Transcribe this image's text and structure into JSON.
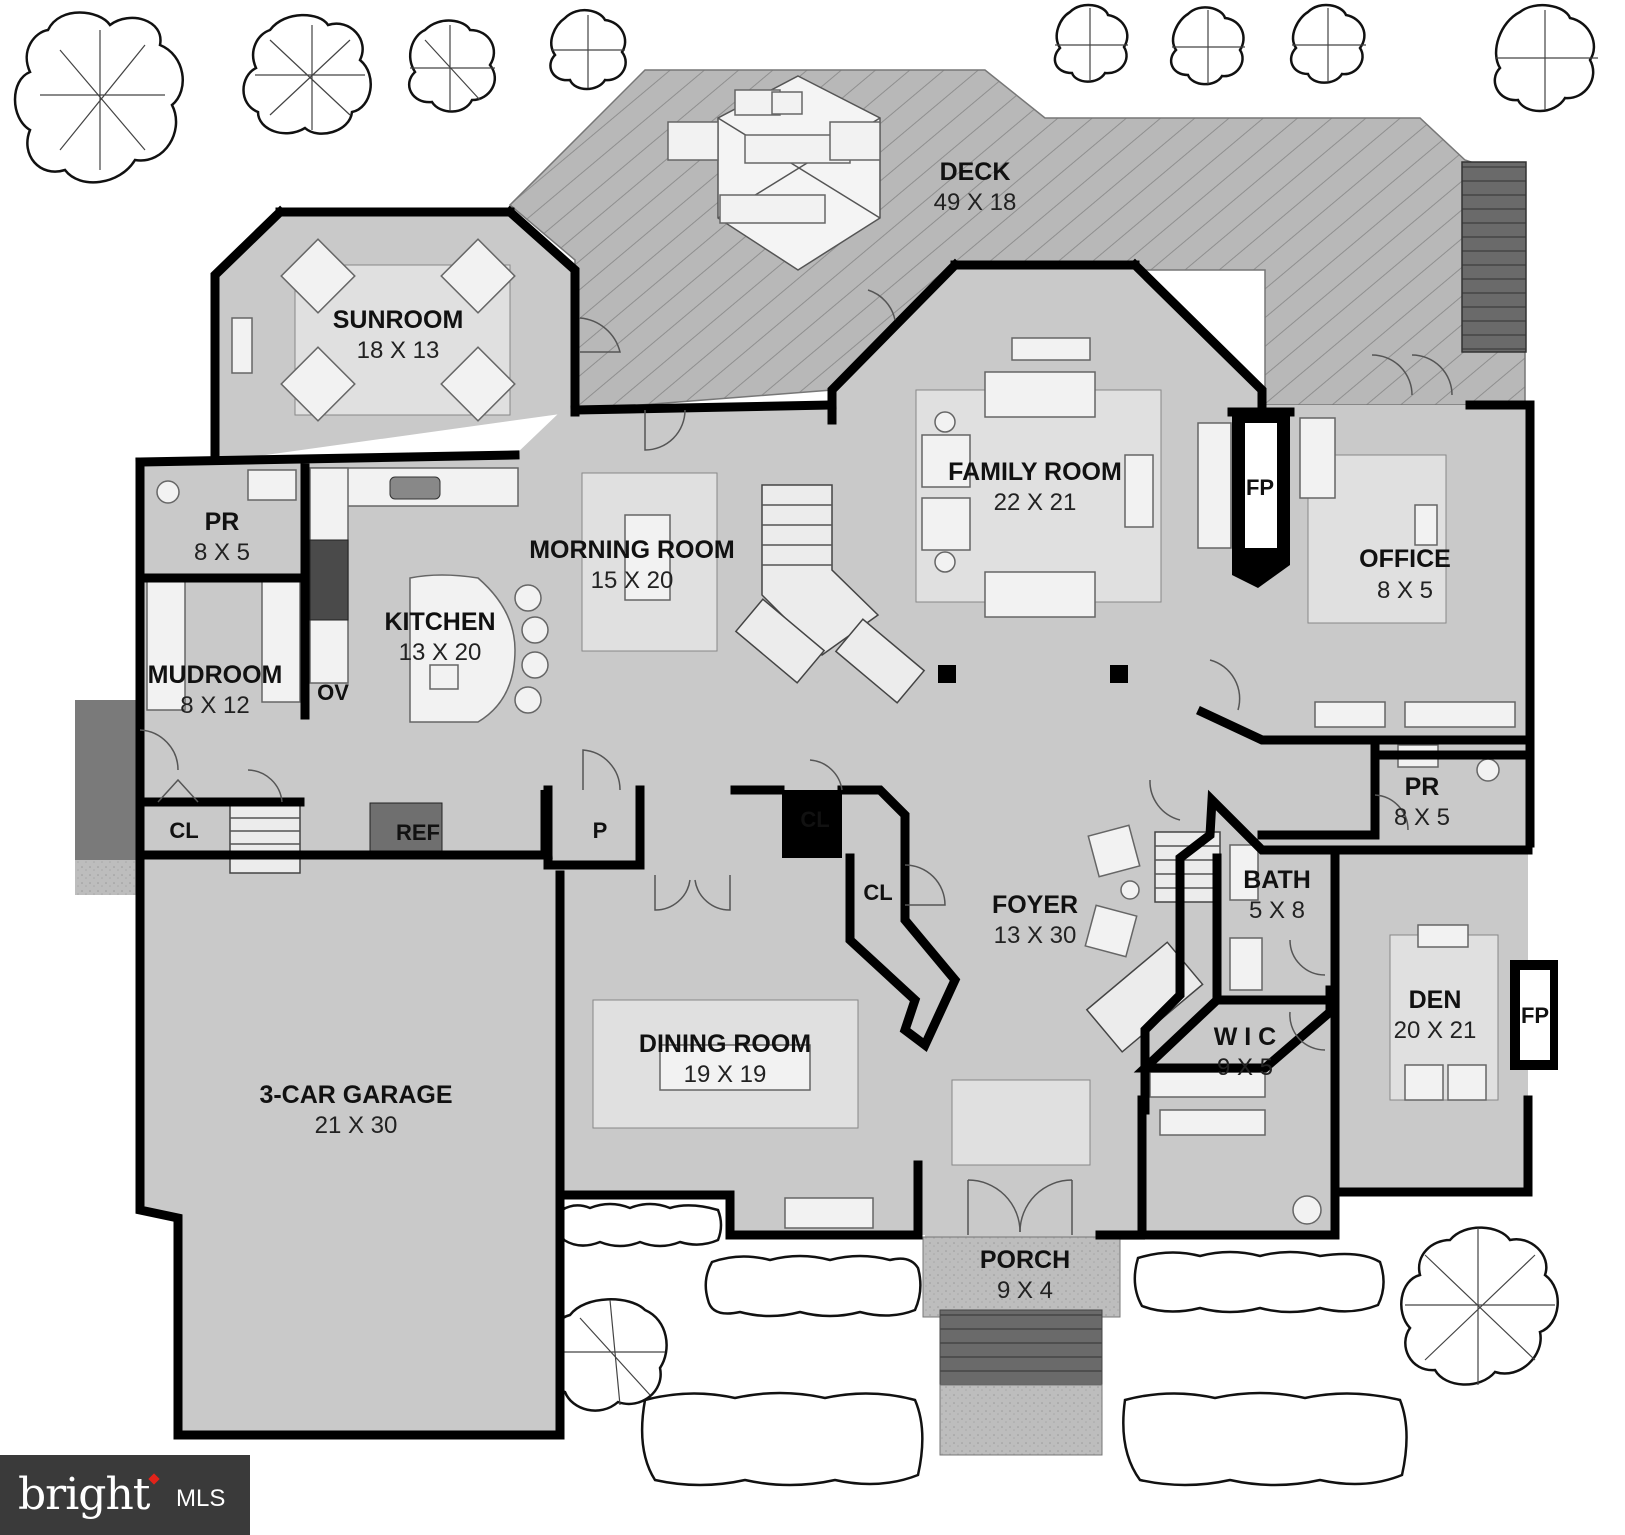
{
  "rooms": {
    "deck": {
      "name": "DECK",
      "dim": "49 X 18"
    },
    "sunroom": {
      "name": "SUNROOM",
      "dim": "18 X 13"
    },
    "family_room": {
      "name": "FAMILY ROOM",
      "dim": "22 X 21"
    },
    "morning_room": {
      "name": "MORNING ROOM",
      "dim": "15 X 20"
    },
    "kitchen": {
      "name": "KITCHEN",
      "dim": "13 X 20"
    },
    "pr_left": {
      "name": "PR",
      "dim": "8 X 5"
    },
    "mudroom": {
      "name": "MUDROOM",
      "dim": "8 X 12"
    },
    "office": {
      "name": "OFFICE",
      "dim": "8 X 5"
    },
    "pr_right": {
      "name": "PR",
      "dim": "8 X 5"
    },
    "bath": {
      "name": "BATH",
      "dim": "5 X 8"
    },
    "foyer": {
      "name": "FOYER",
      "dim": "13 X 30"
    },
    "wic": {
      "name": "W I C",
      "dim": "9 X 5"
    },
    "den": {
      "name": "DEN",
      "dim": "20 X 21"
    },
    "dining_room": {
      "name": "DINING ROOM",
      "dim": "19 X 19"
    },
    "garage": {
      "name": "3-CAR GARAGE",
      "dim": "21 X 30"
    },
    "porch": {
      "name": "PORCH",
      "dim": "9 X 4"
    }
  },
  "labels": {
    "fp_family": "FP",
    "fp_den": "FP",
    "ov": "OV",
    "ref": "REF",
    "cl_mud": "CL",
    "cl_hall": "CL",
    "cl_foyer": "CL",
    "pantry": "P"
  },
  "logo": {
    "brand": "bright",
    "suffix": "MLS",
    "accent_color": "#e2231a"
  },
  "colors": {
    "floor": "#c8c8c8",
    "deck": "#b5b5b5",
    "wall": "#000000",
    "background": "#ffffff"
  }
}
